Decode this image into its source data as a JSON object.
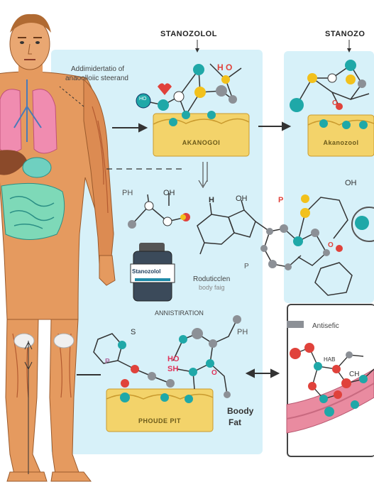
{
  "titles": {
    "center": "STANOZOLOL",
    "right": "STANOZO"
  },
  "annotations": {
    "admin_line1": "Addimidertatio of",
    "admin_line2": "anaoolloiic steerand",
    "administration": "ANNISTIRATION",
    "reduction_line1": "Roduticclen",
    "reduction_line2": "body faig",
    "antisefic": "Antisefic",
    "boody": "Boody",
    "fat": "Fat"
  },
  "tissues": {
    "upper_center": "AKANOGOI",
    "upper_right": "Akanozool",
    "lower": "PHOUDE PIT"
  },
  "vial": {
    "label": "Stanozolol"
  },
  "chem_labels": {
    "h_o": "H   O",
    "o_small": "O",
    "hc": "HO",
    "ph1": "PH",
    "oh1": "OH",
    "h1": "H",
    "oh2": "OH",
    "p1": "P",
    "p2": "P",
    "oh3": "OH",
    "o_ring": "O",
    "s1": "S",
    "ho": "HO",
    "sh": "SH",
    "ph2": "PH",
    "p_mid": "P",
    "o_mid": "O",
    "ch": "CH",
    "hab": "HAB"
  },
  "colors": {
    "panel": "#d7f1f9",
    "skin": "#e59a5f",
    "muscle": "#c9673a",
    "fat": "#f3d36a",
    "fat_edge": "#c99a2e",
    "atom_teal": "#1fa8a8",
    "atom_yellow": "#f2c11c",
    "atom_red": "#e0423b",
    "atom_gray": "#8c9096",
    "lung": "#f08cb0",
    "intestine": "#7ed9b8",
    "vessel": "#e98ba0"
  }
}
